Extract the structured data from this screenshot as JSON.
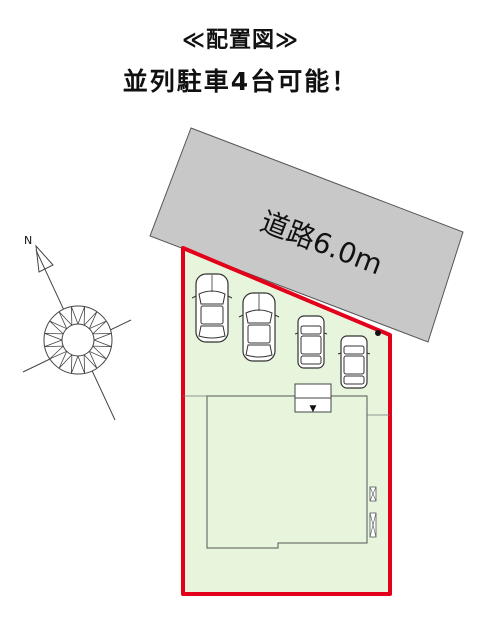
{
  "heading": {
    "title": "≪配置図≫",
    "subtitle": "並列駐車4台可能！"
  },
  "road": {
    "label": "道路6.0m",
    "color": "#c8c8c8"
  },
  "compass": {
    "north_label": "N"
  },
  "lot": {
    "border_color": "#e3001b",
    "fill_color": "#e6f5dc"
  },
  "cars": [
    {
      "kind": "sedan"
    },
    {
      "kind": "sedan"
    },
    {
      "kind": "compact"
    },
    {
      "kind": "compact"
    }
  ],
  "entrance": {
    "marker": "▼"
  }
}
